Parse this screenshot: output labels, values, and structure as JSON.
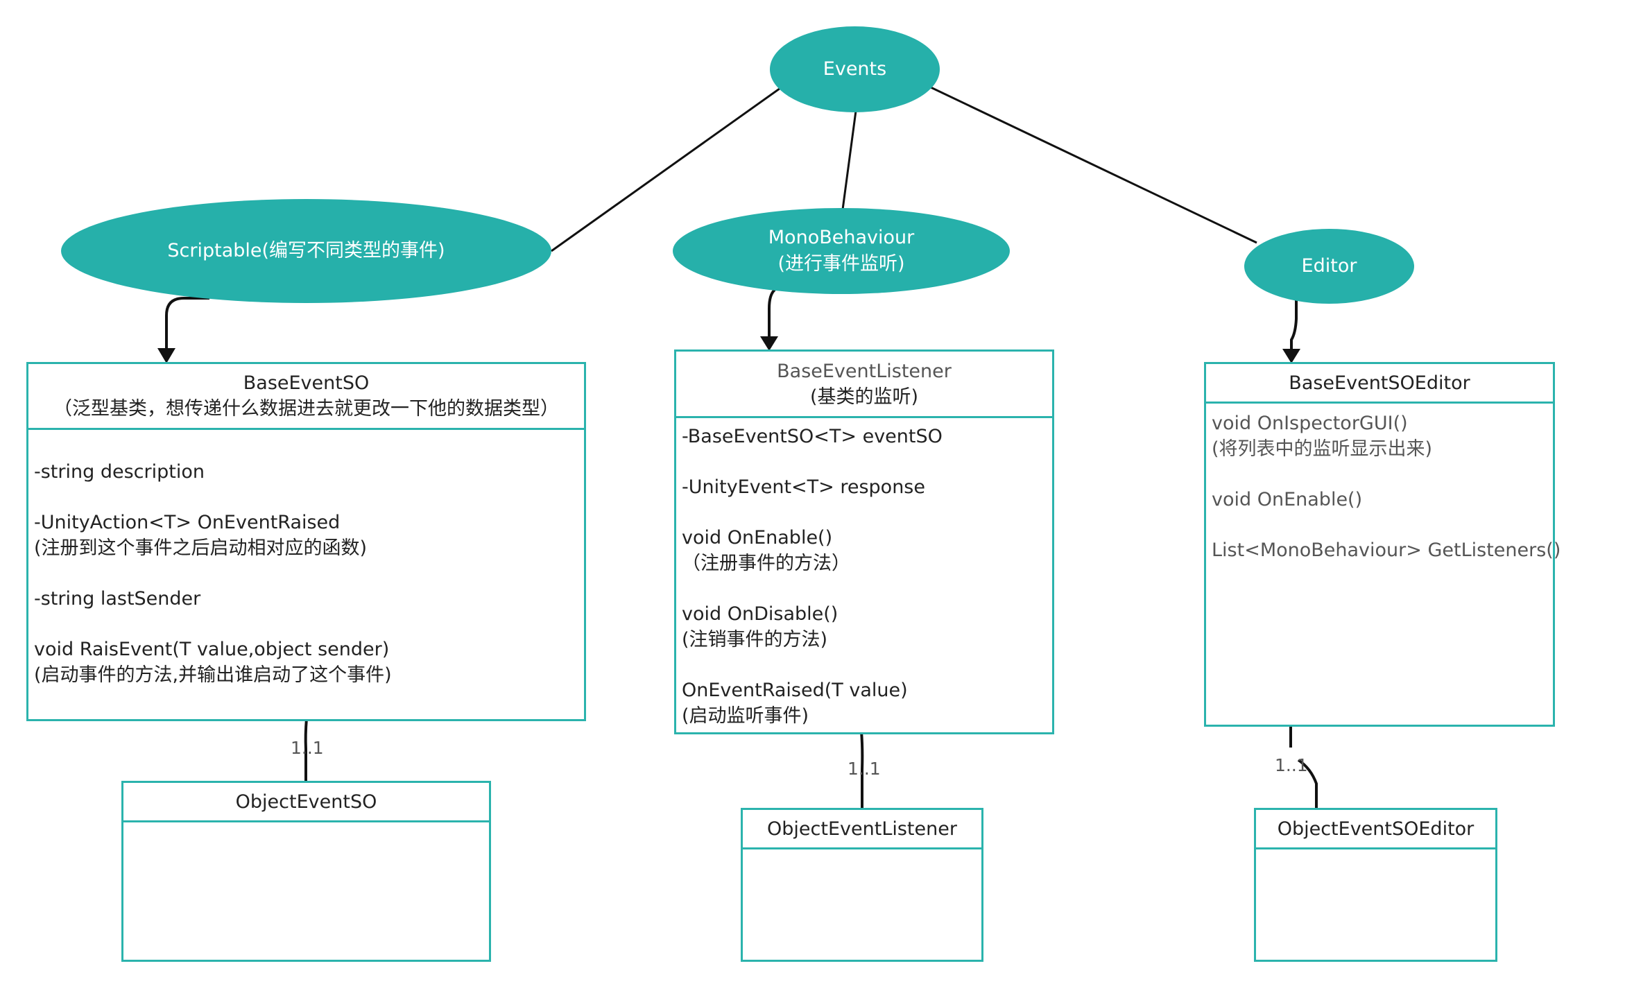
{
  "colors": {
    "node_fill": "#26b0aa",
    "box_border": "#2bb3ad",
    "line": "#111111"
  },
  "nodes": {
    "events": "Events",
    "scriptable": "Scriptable(编写不同类型的事件)",
    "mono_line1": "MonoBehaviour",
    "mono_line2": "(进行事件监听)",
    "editor": "Editor"
  },
  "classes": {
    "base_event_so": {
      "title": "BaseEventSO",
      "subtitle": "（泛型基类，想传递什么数据进去就更改一下他的数据类型）",
      "members": [
        "-string description",
        "",
        "-UnityAction<T> OnEventRaised",
        "(注册到这个事件之后启动相对应的函数)",
        "",
        "-string lastSender",
        "",
        "void RaisEvent(T value,object sender)",
        "(启动事件的方法,并输出谁启动了这个事件)"
      ]
    },
    "base_event_listener": {
      "title": "BaseEventListener",
      "subtitle": "(基类的监听)",
      "members": [
        "-BaseEventSO<T> eventSO",
        "",
        "-UnityEvent<T> response",
        "",
        "void OnEnable()",
        "（注册事件的方法）",
        "",
        "void OnDisable()",
        "(注销事件的方法)",
        "",
        "OnEventRaised(T value)",
        "(启动监听事件)"
      ]
    },
    "base_event_so_editor": {
      "title": "BaseEventSOEditor",
      "members": [
        "void OnIspectorGUI()",
        "(将列表中的监听显示出来)",
        "",
        "void OnEnable()",
        "",
        "List<MonoBehaviour> GetListeners()"
      ]
    },
    "object_event_so": {
      "title": "ObjectEventSO"
    },
    "object_event_listener": {
      "title": "ObjectEventListener"
    },
    "object_event_so_editor": {
      "title": "ObjectEventSOEditor"
    }
  },
  "multiplicity": {
    "so": "1..1",
    "listener": "1..1",
    "editor": "1..1"
  }
}
